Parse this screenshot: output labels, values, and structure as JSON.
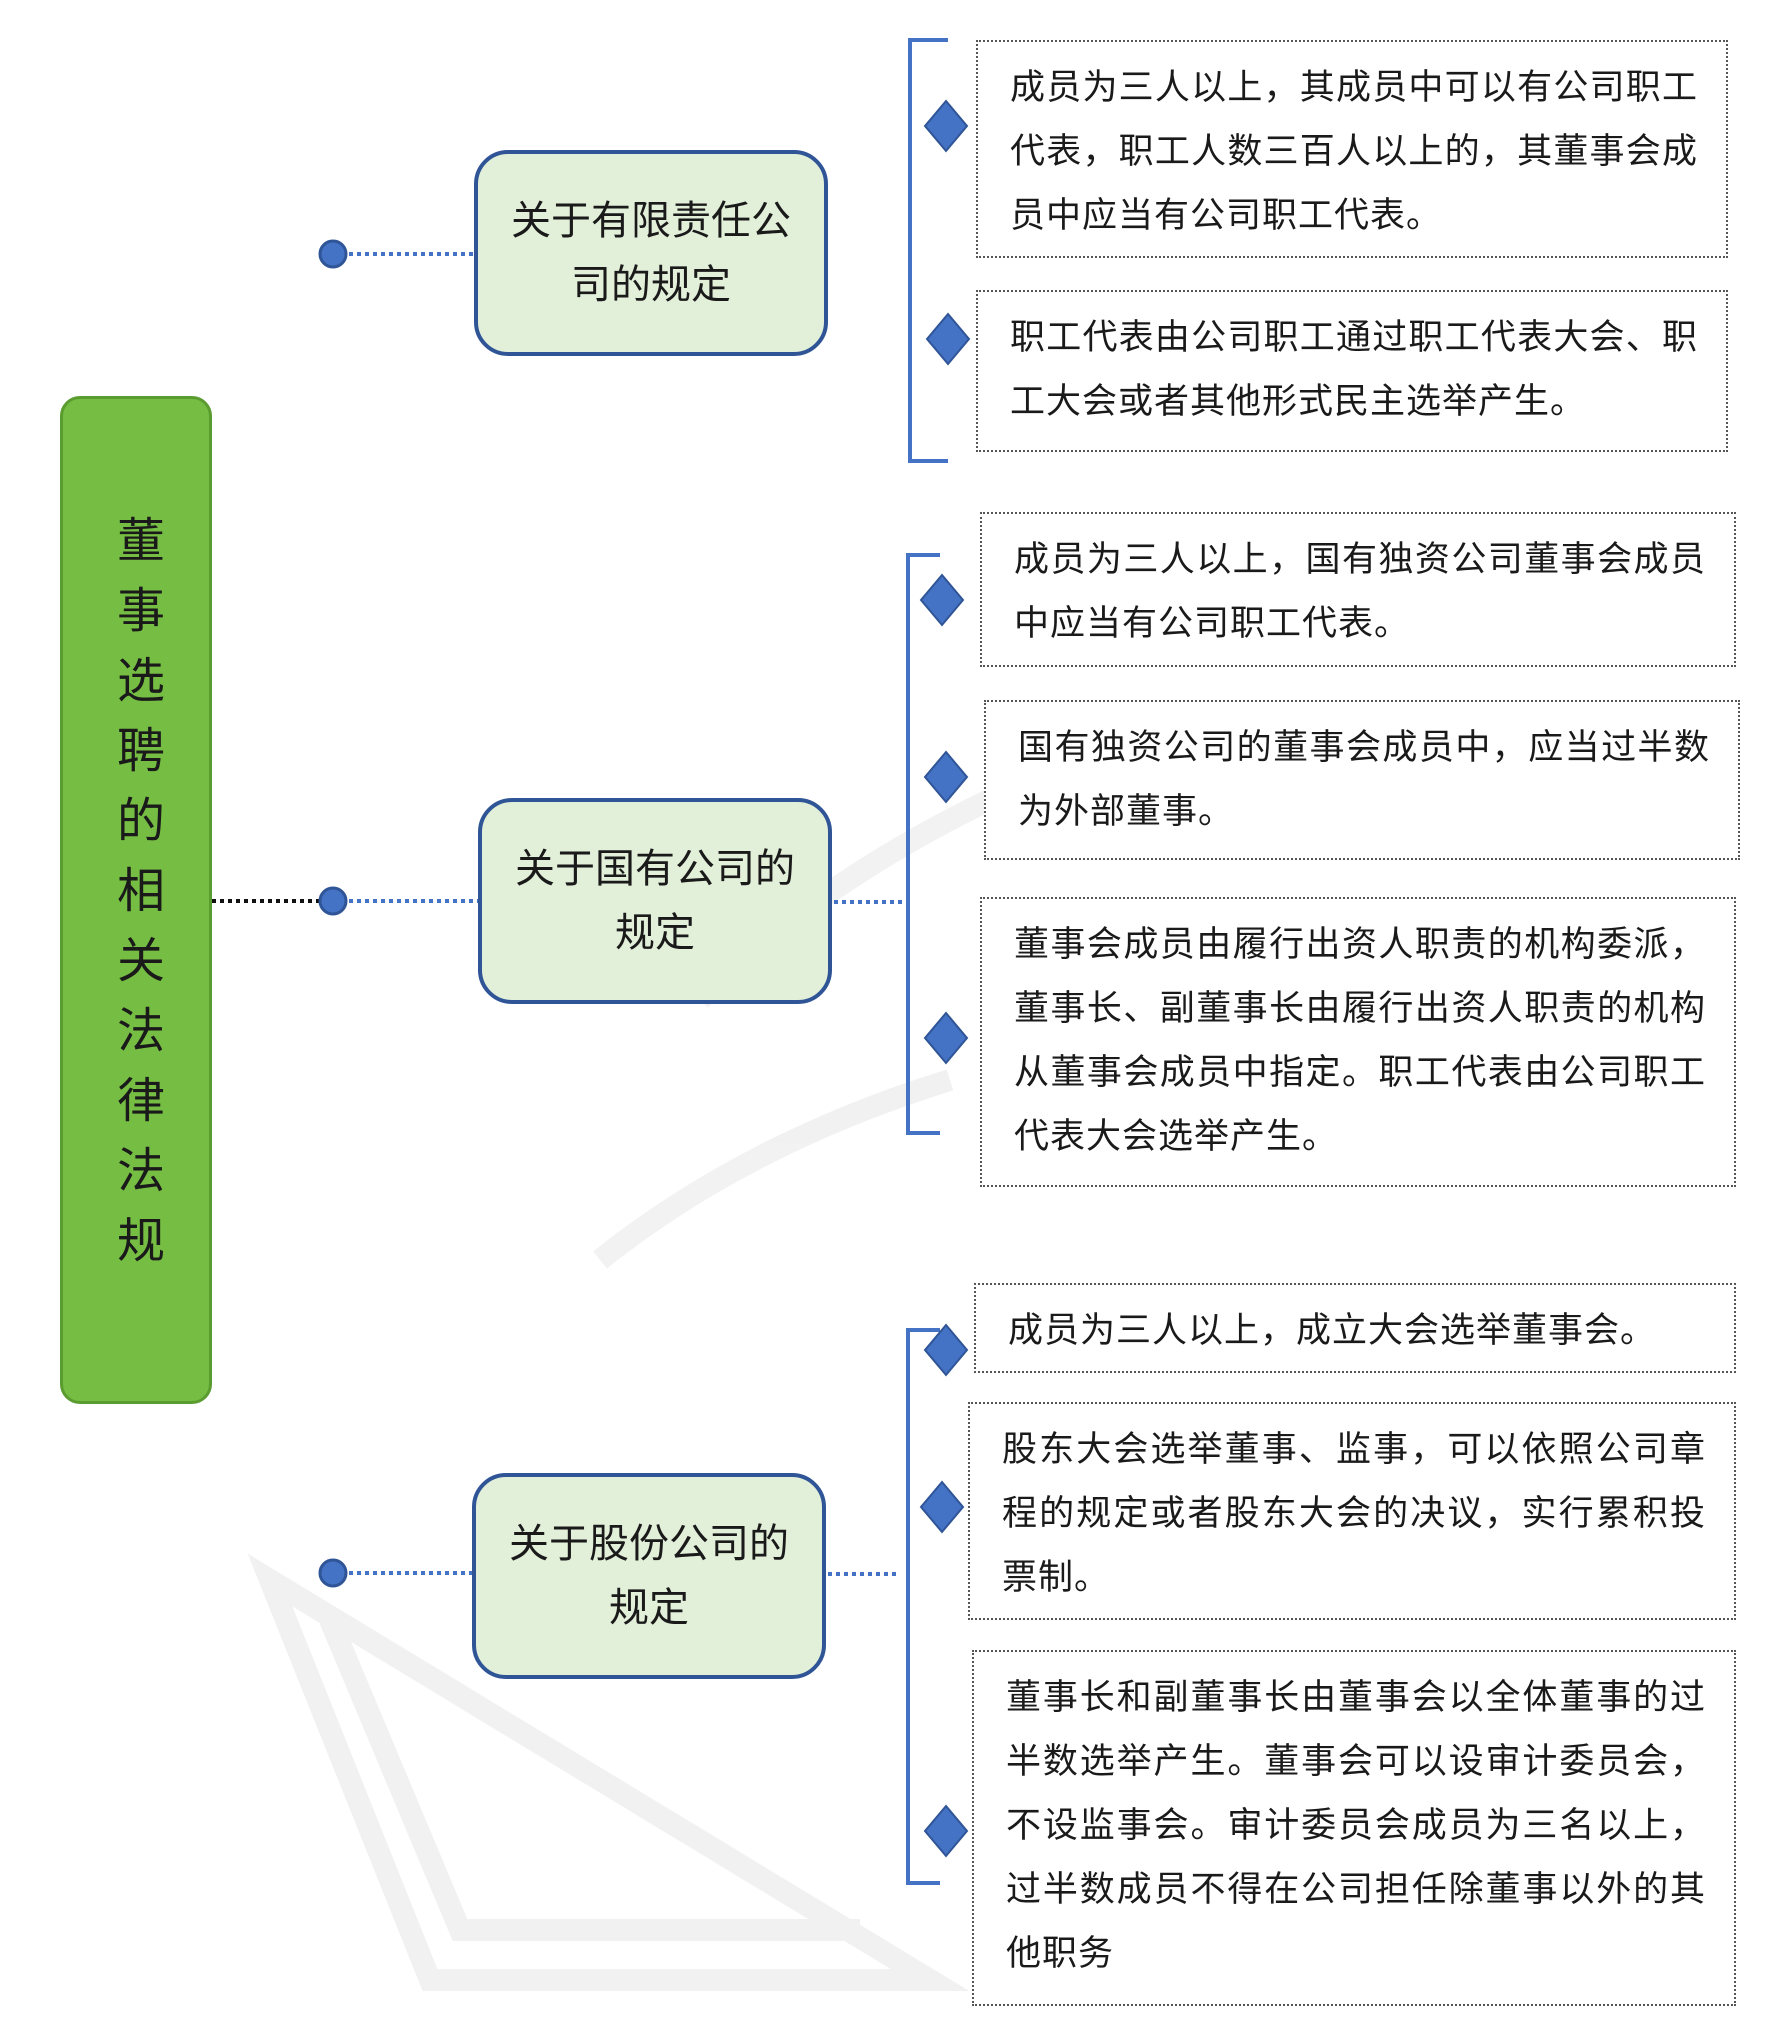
{
  "root": {
    "title": "董事选聘的相关法律法规"
  },
  "categories": [
    {
      "title": "关于有限责任公司的规定",
      "items": [
        "成员为三人以上，其成员中可以有公司职工代表，职工人数三百人以上的，其董事会成员中应当有公司职工代表。",
        "职工代表由公司职工通过职工代表大会、职工大会或者其他形式民主选举产生。"
      ]
    },
    {
      "title": "关于国有公司的规定",
      "items": [
        "成员为三人以上，国有独资公司董事会成员中应当有公司职工代表。",
        "国有独资公司的董事会成员中，应当过半数为外部董事。",
        "董事会成员由履行出资人职责的机构委派，董事长、副董事长由履行出资人职责的机构从董事会成员中指定。职工代表由公司职工代表大会选举产生。"
      ]
    },
    {
      "title": "关于股份公司的规定",
      "items": [
        "成员为三人以上，成立大会选举董事会。",
        "股东大会选举董事、监事，可以依照公司章程的规定或者股东大会的决议，实行累积投票制。",
        "董事长和副董事长由董事会以全体董事的过半数选举产生。董事会可以设审计委员会，不设监事会。审计委员会成员为三名以上，过半数成员不得在公司担任除董事以外的其他职务"
      ]
    }
  ],
  "colors": {
    "root_fill": "#76bd43",
    "category_fill": "#e2efd9",
    "category_border": "#2f5597",
    "connector_blue": "#4472c4",
    "trunk_brown": "#c0893f",
    "trunk_green": "#8dc63f"
  }
}
